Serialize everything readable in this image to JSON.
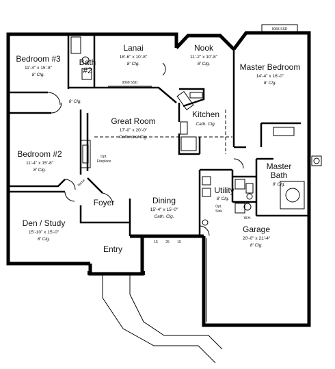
{
  "rooms": {
    "bedroom3": {
      "name": "Bedroom #3",
      "dims": "11'-4\" x 15'-8\"",
      "ceiling": "8' Clg."
    },
    "bath2": {
      "name_line1": "Bath",
      "name_line2": "#2"
    },
    "lanai": {
      "name": "Lanai",
      "dims": "18'-6\" x 10'-8\"",
      "ceiling": "8' Clg."
    },
    "nook": {
      "name": "Nook",
      "dims": "11'-2\" x 10'-8\"",
      "ceiling": "8' Clg."
    },
    "master_bedroom": {
      "name": "Master Bedroom",
      "dims": "14'-4\" x 16'-0\"",
      "ceiling": "8' Clg."
    },
    "great_room": {
      "name": "Great Room",
      "dims": "17'-0\" x 20'-0\"",
      "ceiling": "Cathedral Clg."
    },
    "kitchen": {
      "name": "Kitchen",
      "ceiling": "Cath. Clg."
    },
    "bedroom2": {
      "name": "Bedroom #2",
      "dims": "11'-4\" x 15'-8\"",
      "ceiling": "8' Clg."
    },
    "master_bath": {
      "name_line1": "Master",
      "name_line2": "Bath",
      "ceiling": "8' Clg."
    },
    "utility": {
      "name": "Utility",
      "ceiling": "8' Clg."
    },
    "dining": {
      "name": "Dining",
      "dims": "15'-4\" x 15'-0\"",
      "ceiling": "Cath. Clg."
    },
    "foyer": {
      "name": "Foyer"
    },
    "den": {
      "name": "Den / Study",
      "dims": "15'-10\" x 15'-0\"",
      "ceiling": "8' Clg."
    },
    "garage": {
      "name": "Garage",
      "dims": "20'-0\" x 21'-4\"",
      "ceiling": "8' Clg."
    },
    "entry": {
      "name": "Entry"
    }
  },
  "labels": {
    "hall_ceiling": "8' Clg.",
    "lanai_door": "9068 SSD",
    "master_door": "6068 SSD",
    "fireplace_line1": "Opt.",
    "fireplace_line2": "Fireplace",
    "niche": "Niche",
    "opt_sink_line1": "Opt.",
    "opt_sink_line2": "Sink",
    "wh": "W.H.",
    "window_dims": [
      "15",
      "25",
      "15"
    ]
  }
}
